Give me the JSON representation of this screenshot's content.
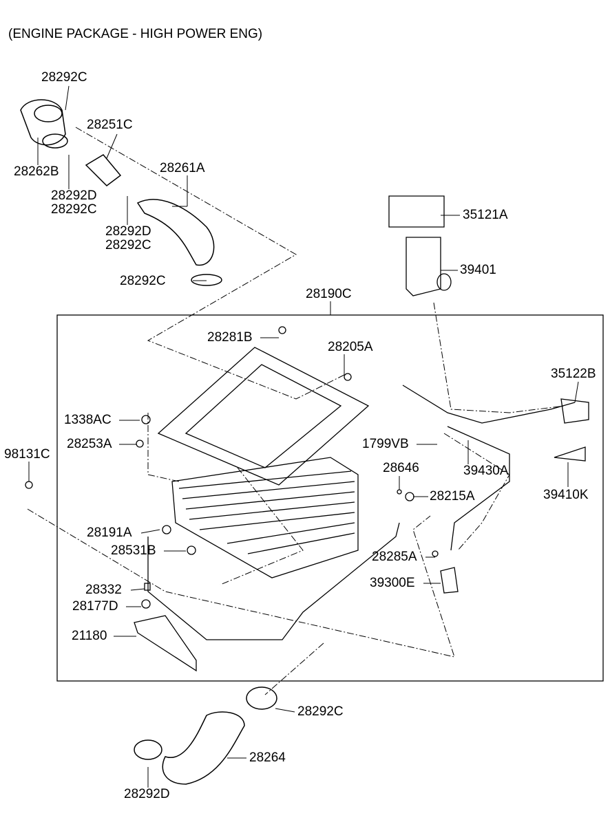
{
  "title": "(ENGINE PACKAGE - HIGH POWER ENG)",
  "labels": [
    "28292C",
    "28251C",
    "28262B",
    "28261A",
    "28292D",
    "28292C",
    "28292D",
    "28292C",
    "28292C",
    "35121A",
    "39401",
    "28190C",
    "28281B",
    "28205A",
    "35122B",
    "1338AC",
    "28253A",
    "1799VB",
    "98131C",
    "28646",
    "39430A",
    "39410K",
    "28215A",
    "28191A",
    "28531B",
    "28285A",
    "28332",
    "39300E",
    "28177D",
    "21180",
    "28292C",
    "28264",
    "28292D"
  ]
}
